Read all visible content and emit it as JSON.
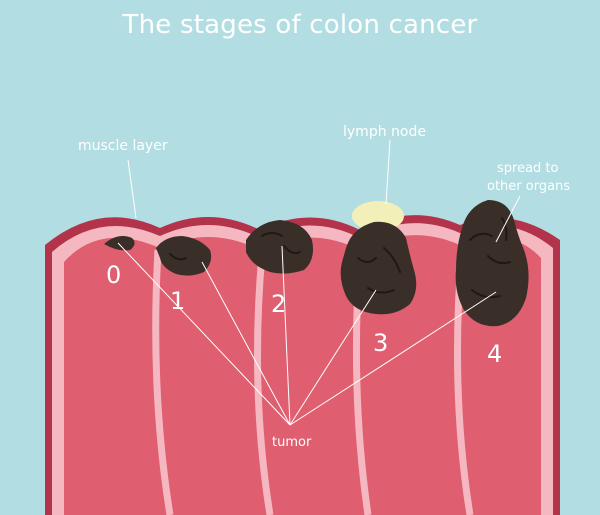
{
  "title": "The stages of colon cancer",
  "labels": {
    "muscle_layer": "muscle layer",
    "lymph_node": "lymph node",
    "spread_line1": "spread to",
    "spread_line2": "other organs",
    "tumor": "tumor"
  },
  "stages": [
    "0",
    "1",
    "2",
    "3",
    "4"
  ],
  "colors": {
    "background": "#b2dde2",
    "colon_outer": "#b2334a",
    "colon_lining": "#f5b8c0",
    "colon_inner": "#df5e6f",
    "tumor": "#3a2f28",
    "lymph_node": "#f2f0b8",
    "text": "#ffffff"
  }
}
